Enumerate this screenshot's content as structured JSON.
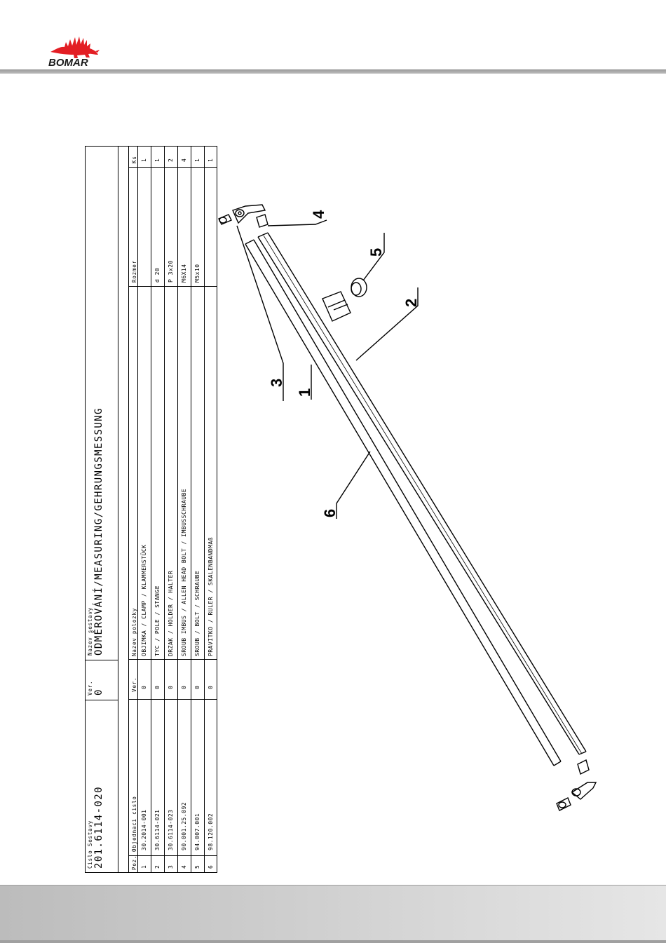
{
  "brand": {
    "logo_text": "BOMAR",
    "logo_color": "#e31e24"
  },
  "assembly": {
    "number_label": "Cislo Sestavy",
    "number": "201.6114-020",
    "version_label": "Ver.",
    "version": "0",
    "name_label": "Nazev sestavy",
    "name": "ODMĚROVÁNÍ/MEASURING/GEHRUNGSMESSUNG"
  },
  "table": {
    "headers": {
      "pos": "Poz.",
      "order_no": "Objednaci cislo",
      "ver": "Ver.",
      "item_name": "Nazev polozky",
      "size": "Rozmer",
      "qty": "Ks"
    },
    "rows": [
      {
        "pos": "1",
        "order_no": "30.2014-001",
        "ver": "0",
        "item_name": "OBJIMKA / CLAMP / KLAMMERSTÜCK",
        "size": "",
        "qty": "1"
      },
      {
        "pos": "2",
        "order_no": "30.6114-021",
        "ver": "0",
        "item_name": "TYC / POLE / STANGE",
        "size": "d 20",
        "qty": "1"
      },
      {
        "pos": "3",
        "order_no": "30.6114-023",
        "ver": "0",
        "item_name": "DRZAK / HOLDER / HALTER",
        "size": "P 3x20",
        "qty": "2"
      },
      {
        "pos": "4",
        "order_no": "90.001.25.092",
        "ver": "0",
        "item_name": "SROUB IMBUS / ALLEN HEAD BOLT / IMBUSSCHRAUBE",
        "size": "M6X14",
        "qty": "4"
      },
      {
        "pos": "5",
        "order_no": "94.007.001",
        "ver": "0",
        "item_name": "SROUB / BOLT / SCHRAUBE",
        "size": "M5x10",
        "qty": "1"
      },
      {
        "pos": "6",
        "order_no": "98.120.002",
        "ver": "0",
        "item_name": "PRAVITKO / RULER / SKALENBANDMAß",
        "size": "",
        "qty": "1"
      }
    ]
  },
  "drawing": {
    "callouts": [
      "1",
      "2",
      "3",
      "4",
      "5",
      "6"
    ]
  }
}
